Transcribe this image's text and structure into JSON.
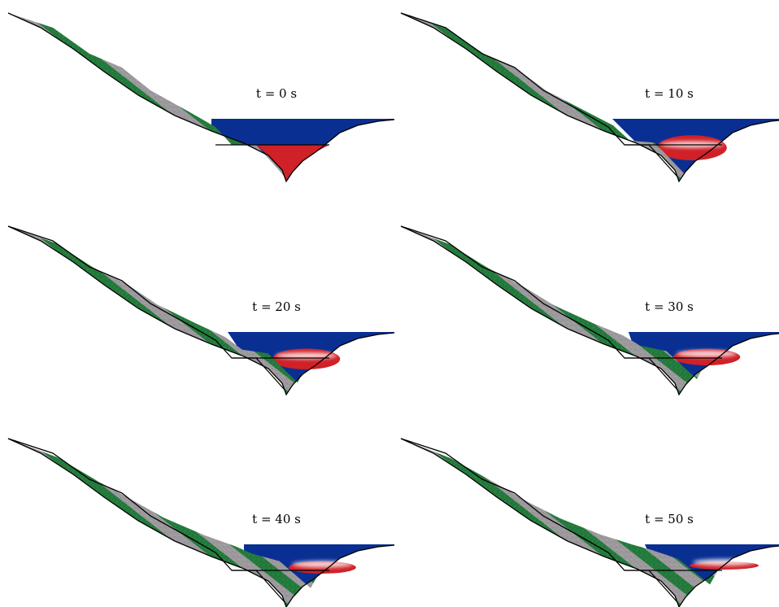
{
  "colors": {
    "water": "#0a2f93",
    "red_material": "#cf2127",
    "green_band": "#1e7a38",
    "grey_band": "#9c9a9c",
    "outline": "#000000",
    "hot_edge": "#ffffff"
  },
  "panels": [
    {
      "label": "t = 0 s",
      "progress": 0.0
    },
    {
      "label": "t = 10 s",
      "progress": 0.2
    },
    {
      "label": "t = 20 s",
      "progress": 0.4
    },
    {
      "label": "t = 30 s",
      "progress": 0.6
    },
    {
      "label": "t = 40 s",
      "progress": 0.8
    },
    {
      "label": "t = 50 s",
      "progress": 1.0
    }
  ]
}
